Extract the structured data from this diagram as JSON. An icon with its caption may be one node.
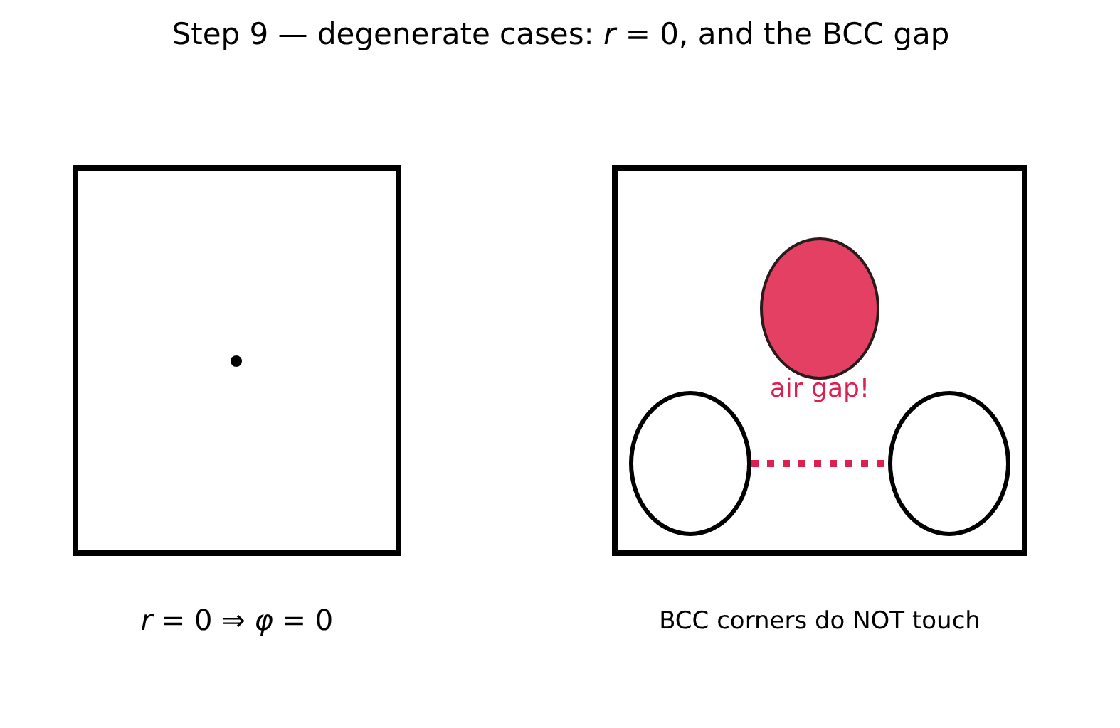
{
  "diagram": {
    "title": "Step 9 — degenerate cases: *r* = 0, and the BCC gap",
    "nodes": [
      {
        "text": [],
        "shape": "box",
        "beside": [
          "*r* = 0 ⇒ *φ* = 0"
        ]
      },
      {
        "text": [],
        "shape": "circle",
        "in": 0
      },
      {
        "text": [],
        "shape": "box",
        "beside": [
          "BCC corners do NOT touch"
        ]
      },
      {
        "text": [],
        "shape": "circle",
        "in": 2
      },
      {
        "text": [],
        "shape": "circle",
        "in": 2
      },
      {
        "text": [],
        "shape": "circle",
        "in": 2
      }
    ],
    "edges": [
      {
        "from": 4,
        "to": 5,
        "arrow": "none",
        "style": "dashed",
        "color": "#dc2050"
      }
    ],
    "labels": [
      "air gap!"
    ]
  }
}
